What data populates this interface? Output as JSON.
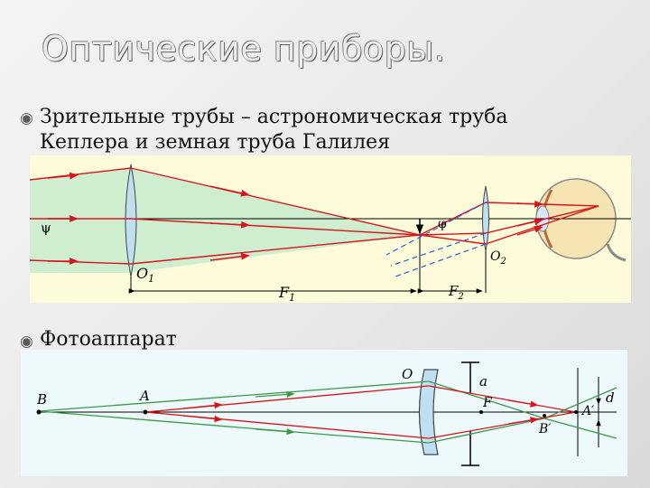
{
  "slide": {
    "title": "Оптические приборы.",
    "bullet1_line1": "Зрительные трубы – астрономическая труба",
    "bullet1_line2": "Кеплера и земная труба Галилея",
    "bullet2": "Фотоаппарат",
    "bullet_icon": "circled-dot-icon"
  },
  "diagram1": {
    "angle_left": "ψ",
    "angle_right": "φ",
    "label_o1": "O",
    "label_o1_sub": "1",
    "label_o2": "O",
    "label_o2_sub": "2",
    "label_f1": "F",
    "label_f1_sub": "1",
    "label_f2": "F",
    "label_f2_sub": "2"
  },
  "diagram2": {
    "label_b": "B",
    "label_a": "A",
    "label_o": "O",
    "label_a_small": "a",
    "label_f": "F",
    "label_d": "d",
    "label_a_prime": "A′",
    "label_b_prime": "B′"
  },
  "colors": {
    "ray": "#d8151c",
    "ray_green": "#3a9a4a",
    "dashed": "#2a62d6",
    "lens": "#bfe0f0",
    "beam_fill": "#cfeed0",
    "panel1_bg": "#fdfbd9",
    "panel2_bg": "#eef9fb"
  }
}
